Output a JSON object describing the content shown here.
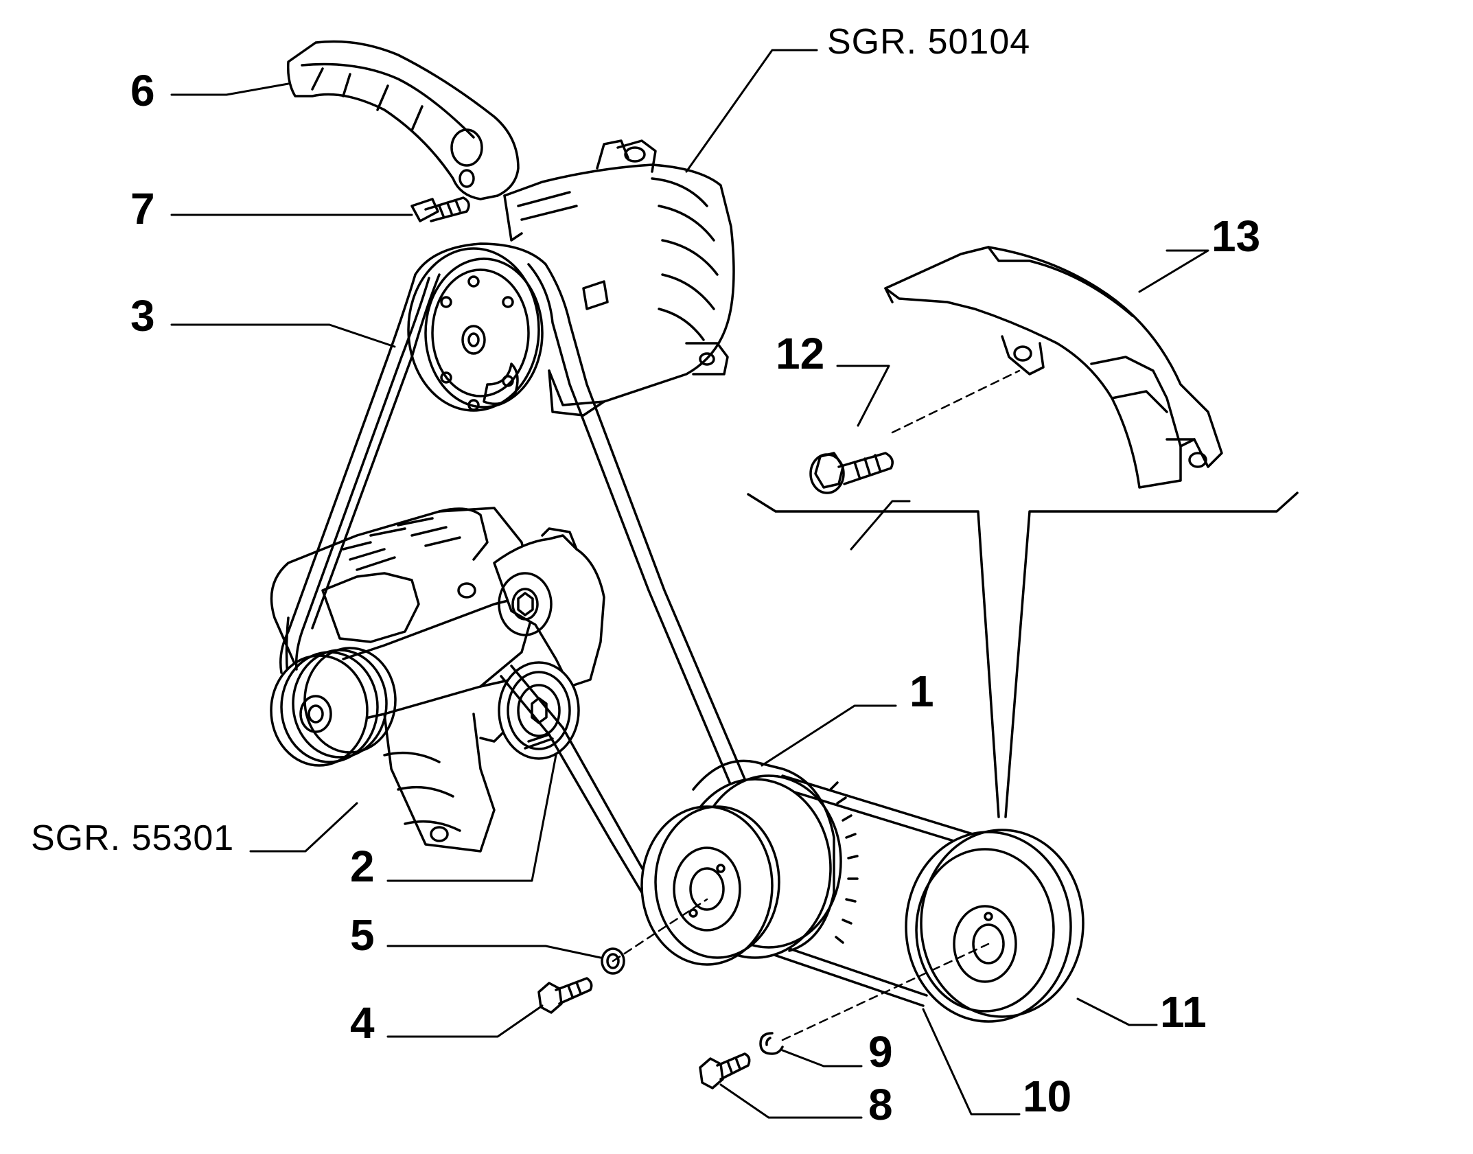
{
  "callouts": {
    "c1": "1",
    "c2": "2",
    "c3": "3",
    "c4": "4",
    "c5": "5",
    "c6": "6",
    "c7": "7",
    "c8": "8",
    "c9": "9",
    "c10": "10",
    "c11": "11",
    "c12": "12",
    "c13": "13"
  },
  "references": {
    "compressor": "SGR. 50104",
    "alternator": "SGR. 55301"
  }
}
